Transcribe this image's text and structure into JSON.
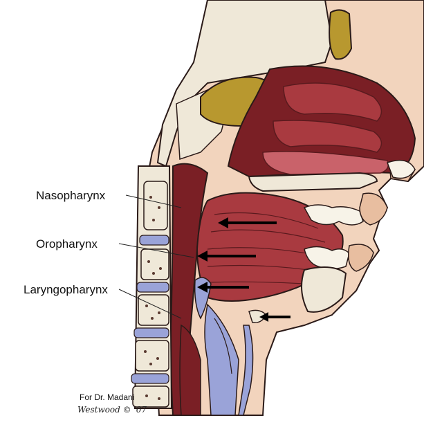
{
  "labels": {
    "nasopharynx": "Nasopharynx",
    "oropharynx": "Oropharynx",
    "laryngopharynx": "Laryngopharynx"
  },
  "credit": {
    "line1": "For Dr. Madani",
    "signature": "Westwood © '07"
  },
  "colors": {
    "background": "#ffffff",
    "skin": "#f2d4bd",
    "skin_dark": "#e8bea0",
    "bone": "#efe8d8",
    "bone_spots": "#5a3a30",
    "sinus": "#b8982f",
    "tissue_dark": "#7a1f25",
    "tissue_mid": "#a93a40",
    "tissue_light": "#c9626a",
    "cartilage": "#9aa3d8",
    "teeth": "#f7f3e8",
    "outline": "#2a1a18",
    "arrow": "#000000"
  }
}
